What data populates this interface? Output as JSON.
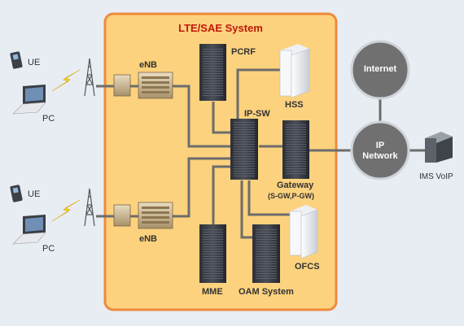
{
  "system_title": "LTE/SAE System",
  "labels": {
    "ue_top": "UE",
    "pc_top": "PC",
    "enb_top": "eNB",
    "ue_bottom": "UE",
    "pc_bottom": "PC",
    "enb_bottom": "eNB",
    "pcrf": "PCRF",
    "hss": "HSS",
    "ip_sw": "IP-SW",
    "gateway": "Gateway",
    "gateway_sub": "(S-GW,P-GW)",
    "ofcs": "OFCS",
    "mme": "MME",
    "oam": "OAM System",
    "ims_voip": "IMS VoIP"
  },
  "circles": {
    "internet": "Internet",
    "ip_network_line1": "IP",
    "ip_network_line2": "Network"
  },
  "colors": {
    "system_fill": "#fcd27e",
    "system_border": "#ef8a3c",
    "title": "#c0180a",
    "circle_fill": "#707070",
    "link": "#6c6c6c",
    "lightning": "#f6d21a"
  }
}
